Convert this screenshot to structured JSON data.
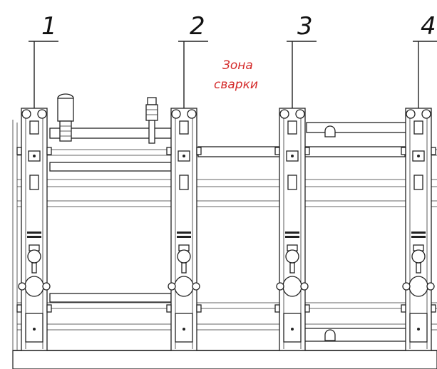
{
  "clamps": [
    {
      "number": "1"
    },
    {
      "number": "2"
    },
    {
      "number": "3"
    },
    {
      "number": "4"
    }
  ],
  "zone_label": {
    "line1": "Зона",
    "line2": "сварки",
    "color": "#d42a2a"
  }
}
